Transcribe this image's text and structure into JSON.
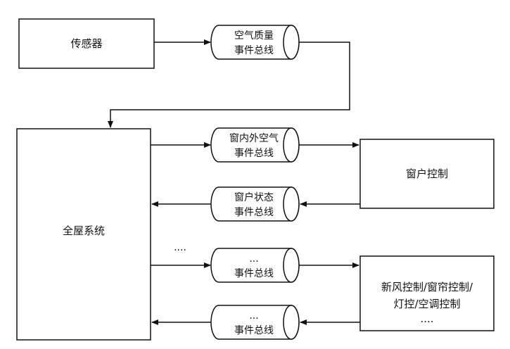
{
  "nodes": {
    "sensor": "传感器",
    "house_system": "全屋系统",
    "window_control": "窗户控制",
    "multi_control": [
      "新风控制/窗帘控制/",
      "灯控/空调控制",
      "...."
    ]
  },
  "buses": {
    "air_quality": [
      "空气质量",
      "事件总线"
    ],
    "in_out_air": [
      "窗内外空气",
      "事件总线"
    ],
    "window_state": [
      "窗户状态",
      "事件总线"
    ],
    "generic_out": [
      "...",
      "事件总线"
    ],
    "generic_in": [
      "...",
      "事件总线"
    ]
  },
  "ellipsis": "...."
}
